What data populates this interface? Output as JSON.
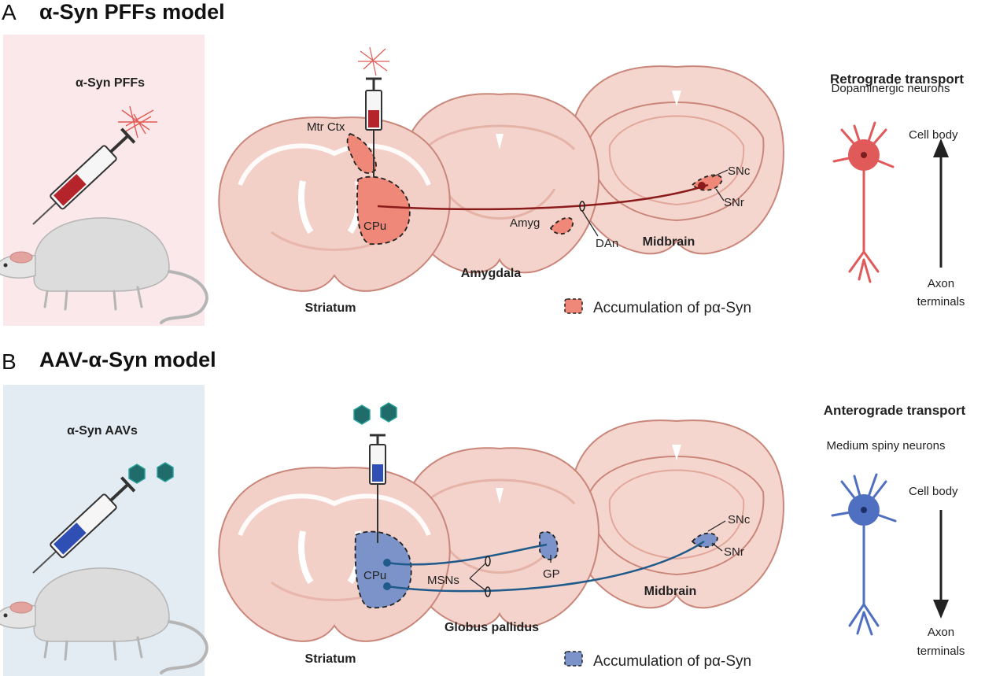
{
  "panel_a": {
    "letter": "A",
    "title": "α-Syn PFFs model",
    "injection_label": "α-Syn PFFs",
    "regions": {
      "mtr_ctx": "Mtr Ctx",
      "cpu": "CPu",
      "amyg": "Amyg",
      "dan": "DAn",
      "snc": "SNc",
      "snr": "SNr"
    },
    "section_labels": {
      "striatum": "Striatum",
      "amygdala": "Amygdala",
      "midbrain": "Midbrain"
    },
    "legend": "Accumulation of pα-Syn",
    "transport": {
      "title": "Retrograde transport",
      "neuron_type": "Dopaminergic neurons",
      "cell_body": "Cell body",
      "axon_line1": "Axon",
      "axon_line2": "terminals"
    },
    "colors": {
      "panel_bg": "#fbe8ea",
      "accent": "#e07b6f",
      "fiber": "#8b1a1a",
      "neuron": "#e05a5a"
    }
  },
  "panel_b": {
    "letter": "B",
    "title": "AAV-α-Syn model",
    "injection_label": "α-Syn AAVs",
    "regions": {
      "cpu": "CPu",
      "msns": "MSNs",
      "gp": "GP",
      "snc": "SNc",
      "snr": "SNr"
    },
    "section_labels": {
      "striatum": "Striatum",
      "globus_pallidus": "Globus pallidus",
      "midbrain": "Midbrain"
    },
    "legend": "Accumulation of pα-Syn",
    "transport": {
      "title": "Anterograde transport",
      "neuron_type": "Medium spiny neurons",
      "cell_body": "Cell body",
      "axon_line1": "Axon",
      "axon_line2": "terminals"
    },
    "colors": {
      "panel_bg": "#e3ecf2",
      "accent": "#7b93c9",
      "fiber": "#1f5a8a",
      "neuron": "#4f6fc0"
    }
  }
}
